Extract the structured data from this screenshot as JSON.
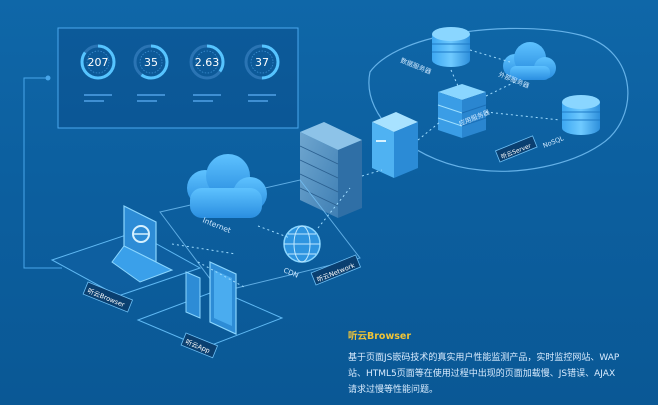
{
  "dashboard": {
    "gauges": [
      {
        "value": "207",
        "fill": 0.85,
        "icon": "gauge-icon"
      },
      {
        "value": "35",
        "fill": 0.6,
        "icon": "gauge-icon"
      },
      {
        "value": "2.63",
        "fill": 0.35,
        "icon": "gauge-icon"
      },
      {
        "value": "37",
        "fill": 0.5,
        "icon": "gauge-icon"
      }
    ]
  },
  "labels": {
    "internet": "Internet",
    "cdn": "CDN",
    "network": "听云Network",
    "browser": "听云Browser",
    "app": "听云App",
    "server": "听云Server",
    "db_server": "数据服务器",
    "external_service": "外部服务器",
    "app_server": "应用服务器",
    "nosql": "NoSQL"
  },
  "description": {
    "title": "听云Browser",
    "lines": [
      "基于页面JS嵌码技术的真实用户性能监测产品，实时监控网站、WAP",
      "站、HTML5页面等在使用过程中出现的页面加载慢、JS错误、AJAX",
      "请求过慢等性能问题。"
    ]
  },
  "colors": {
    "background": "#0c5f9f",
    "accent": "#36a9f5",
    "title": "#f0c437",
    "text": "#d9ecff"
  }
}
